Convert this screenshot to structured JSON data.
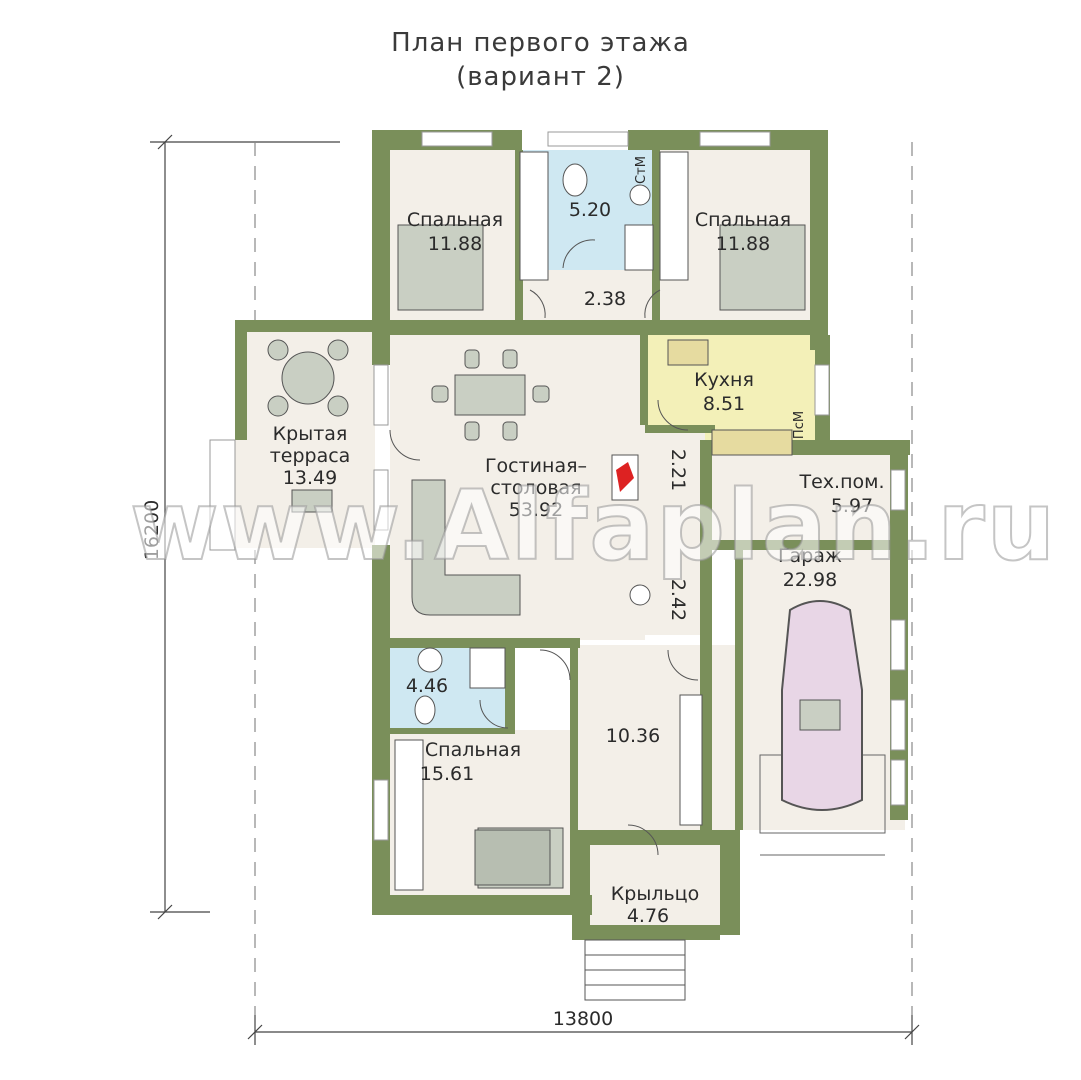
{
  "title": {
    "line1": "План первого этажа",
    "line2": "(вариант 2)"
  },
  "rooms": {
    "bedroom_left": {
      "name": "Спальная",
      "area": "11.88"
    },
    "bathroom_top": {
      "area": "5.20",
      "tag": "СтМ"
    },
    "bedroom_right": {
      "name": "Спальная",
      "area": "11.88"
    },
    "hall_top": {
      "area": "2.38"
    },
    "terrace": {
      "name_line1": "Крытая",
      "name_line2": "терраса",
      "area": "13.49"
    },
    "living": {
      "name_line1": "Гостиная–",
      "name_line2": "столовая",
      "area": "53.92"
    },
    "kitchen": {
      "name": "Кухня",
      "area": "8.51",
      "tag": "ПсМ"
    },
    "closet_221": {
      "area": "2.21"
    },
    "closet_242": {
      "area": "2.42"
    },
    "tech": {
      "name": "Тех.пом.",
      "area": "5.97"
    },
    "garage": {
      "name": "Гараж",
      "area": "22.98"
    },
    "bath_bottom": {
      "area": "4.46"
    },
    "bedroom_bottom": {
      "name": "Спальная",
      "area": "15.61"
    },
    "hall_bottom": {
      "area": "10.36"
    },
    "porch": {
      "name": "Крыльцо",
      "area": "4.76"
    }
  },
  "dimensions": {
    "width": "13800",
    "height": "16200"
  },
  "watermark": "www.Alfaplan.ru",
  "colors": {
    "wall": "#7a8f5a",
    "floor": "#f3efe8",
    "kitchen_floor": "#f3f0b8",
    "bath_floor": "#cfe8f2",
    "furniture": "#c9cfc3"
  }
}
